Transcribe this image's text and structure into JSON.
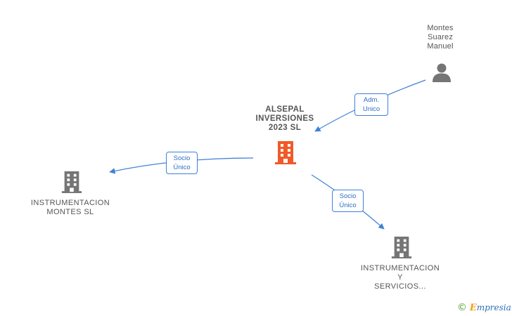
{
  "nodes": {
    "person": {
      "label": "Montes\nSuarez\nManuel",
      "icon": "person-icon"
    },
    "main": {
      "label": "ALSEPAL\nINVERSIONES\n2023  SL",
      "icon": "building-icon"
    },
    "left_company": {
      "label": "INSTRUMENTACION\nMONTES  SL",
      "icon": "building-icon"
    },
    "bottom_company": {
      "label": "INSTRUMENTACION\nY\nSERVICIOS...",
      "icon": "building-icon"
    }
  },
  "edges": [
    {
      "label": "Adm.\nUnico",
      "from": "person",
      "to": "main"
    },
    {
      "label": "Socio\nÚnico",
      "from": "main",
      "to": "left_company"
    },
    {
      "label": "Socio\nÚnico",
      "from": "main",
      "to": "bottom_company"
    }
  ],
  "colors": {
    "main_icon": "#f05a28",
    "company_icon": "#757575",
    "person_icon": "#757575",
    "edge": "#3f80d6"
  },
  "brand": {
    "copyright": "©",
    "initial": "E",
    "rest": "mpresia"
  }
}
